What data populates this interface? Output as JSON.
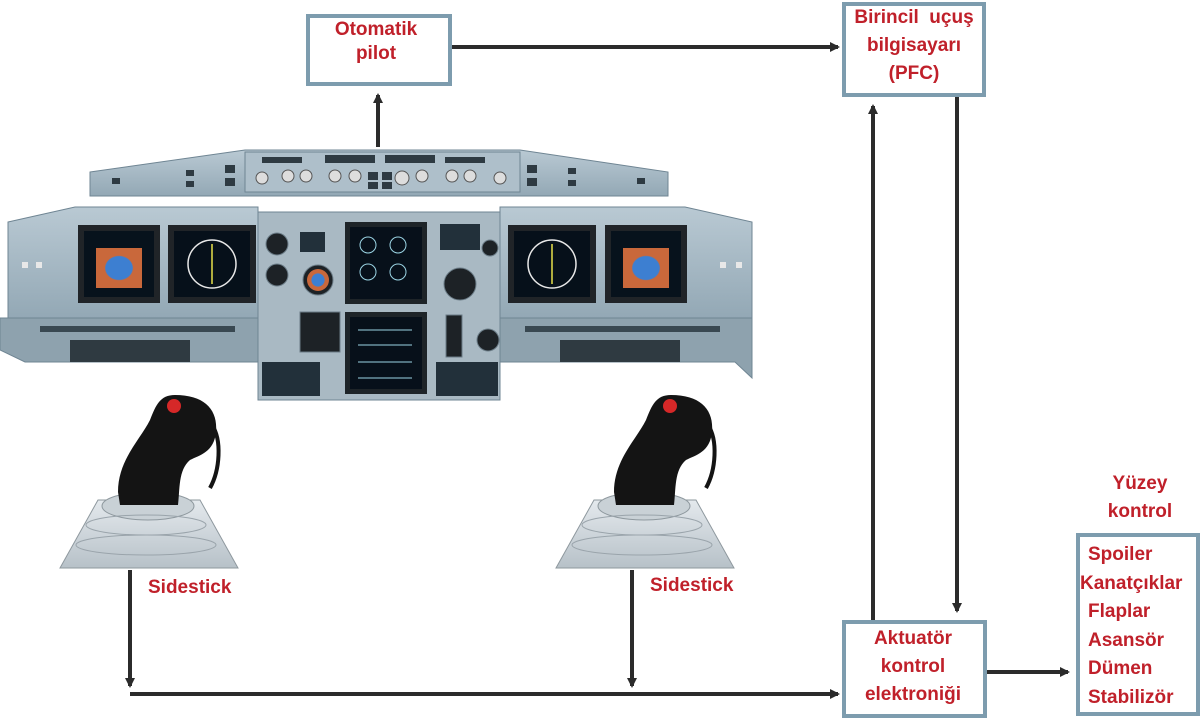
{
  "boxes": {
    "autopilot": [
      "Otomatik",
      "pilot"
    ],
    "pfc": [
      "Birincil  uçuş",
      "bilgisayarı",
      "(PFC)"
    ],
    "actuator": [
      "Aktuatör",
      "kontrol",
      "elektroniği"
    ],
    "surfaces": [
      "Spoiler",
      "Kanatçıklar",
      "Flaplar",
      "Asansör",
      "Dümen",
      "Stabilizör"
    ]
  },
  "labels": {
    "surface_title": [
      "Yüzey",
      "kontrol"
    ],
    "sidestick_left": "Sidestick",
    "sidestick_right": "Sidestick"
  },
  "colors": {
    "text": "#c0202a",
    "box_border": "#7d9cae",
    "arrow": "#2b2b2b"
  },
  "icons": [
    "cockpit-panel-illustration",
    "sidestick-left-illustration",
    "sidestick-right-illustration"
  ]
}
